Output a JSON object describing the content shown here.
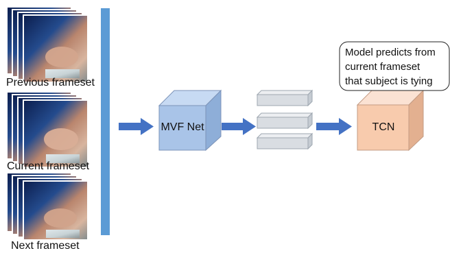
{
  "frame_labels": {
    "previous": "Previous frameset",
    "current": "Current frameset",
    "next": "Next frameset"
  },
  "blocks": {
    "mvf": "MVF Net",
    "tcn": "TCN"
  },
  "callout": {
    "line1": "Model predicts from",
    "line2": "current frameset",
    "line3": "that subject is tying"
  },
  "colors": {
    "blue_bar": "#5b9bd5",
    "arrow": "#4472c4",
    "mvf_front": "#a9c4e8",
    "mvf_top": "#c7daf3",
    "mvf_side": "#8eaed8",
    "feature_bar": "#d9dde2",
    "tcn_front": "#f8cbad",
    "tcn_top": "#fbe2d3",
    "tcn_side": "#e3b090"
  }
}
